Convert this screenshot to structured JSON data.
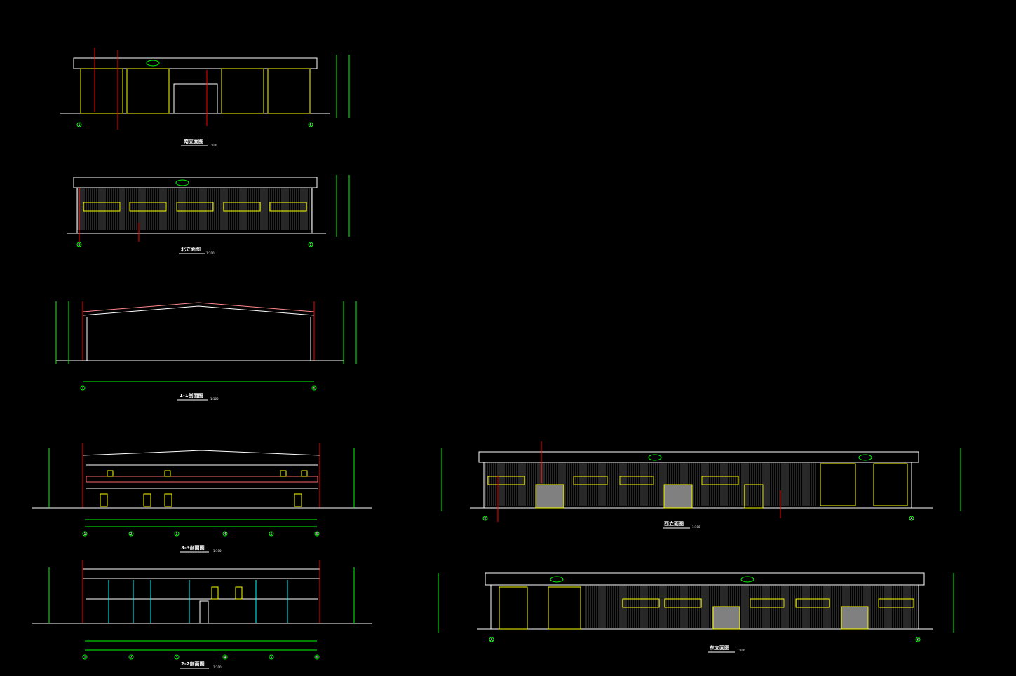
{
  "drawings": {
    "south": {
      "title": "南立面图",
      "scale": "1:100",
      "axes": [
        "1",
        "6"
      ]
    },
    "north": {
      "title": "北立面图",
      "scale": "1:100",
      "axes": [
        "6",
        "1"
      ]
    },
    "section11": {
      "title": "1-1剖面图",
      "scale": "1:100",
      "axes": [
        "1",
        "6"
      ]
    },
    "section33": {
      "title": "3-3剖面图",
      "scale": "1:100",
      "axes": [
        "1",
        "2",
        "3",
        "4",
        "5",
        "6"
      ]
    },
    "section22": {
      "title": "2-2剖面图",
      "scale": "1:100",
      "axes": [
        "1",
        "2",
        "3",
        "4",
        "5",
        "6"
      ]
    },
    "west": {
      "title": "西立面图",
      "scale": "1:100",
      "axes": [
        "K",
        "A"
      ]
    },
    "east": {
      "title": "东立面图",
      "scale": "1:100",
      "axes": [
        "A",
        "K"
      ]
    }
  },
  "colors": {
    "background": "#000000",
    "outline": "#ffffff",
    "annotation": "#00ff00",
    "window": "#ffff00",
    "leader": "#ff0000",
    "column": "#00ffff",
    "door": "#808080"
  }
}
